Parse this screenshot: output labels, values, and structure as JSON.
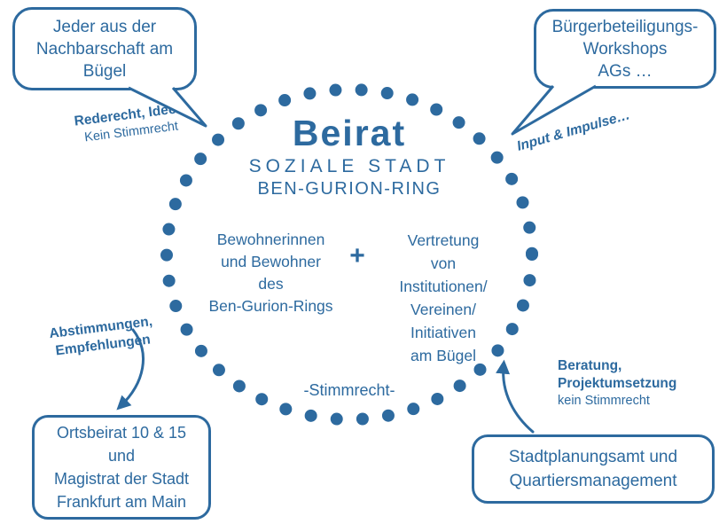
{
  "colors": {
    "blue": "#2d6a9f",
    "background": "#ffffff"
  },
  "circle": {
    "title": "Beirat",
    "subtitle_line1": "SOZIALE STADT",
    "subtitle_line2": "BEN-GURION-RING",
    "left_member": "Bewohnerinnen\nund Bewohner\ndes\nBen-Gurion-Rings",
    "plus_sign": "+",
    "right_member": "Vertretung\nvon\nInstitutionen/\nVereinen/\nInitiativen\nam Bügel",
    "voting_note": "-Stimmrecht-"
  },
  "bubble_top_left": {
    "text": "Jeder aus der\nNachbarschaft am\nBügel"
  },
  "bubble_top_right": {
    "text": "Bürgerbeteiligungs-\nWorkshops\nAGs …"
  },
  "box_bottom_left": {
    "text": "Ortsbeirat 10 & 15\nund\nMagistrat der Stadt\nFrankfurt am Main"
  },
  "box_bottom_right": {
    "text": "Stadtplanungsamt und\nQuartiersmanagement"
  },
  "labels": {
    "top_left_bold": "Rederecht, Ideen",
    "top_left_plain": "Kein Stimmrecht",
    "top_right_bold": "Input & Impulse…",
    "bottom_left_bold": "Abstimmungen,\nEmpfehlungen",
    "bottom_right_bold": "Beratung,\nProjektumsetzung",
    "bottom_right_plain": "kein Stimmrecht"
  }
}
